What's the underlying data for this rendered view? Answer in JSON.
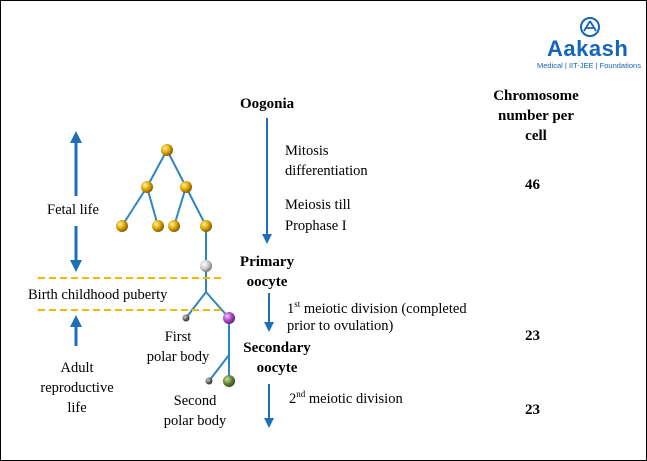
{
  "logo": {
    "brand": "Aakash",
    "tagline": "Medical | IIT-JEE | Foundations",
    "brand_color": "#1565b8"
  },
  "headings": {
    "oogonia": "Oogonia",
    "chromosome": [
      "Chromosome",
      "number per",
      "cell"
    ]
  },
  "stages": {
    "primary": [
      "Primary",
      "oocyte"
    ],
    "secondary": [
      "Secondary",
      "oocyte"
    ]
  },
  "processes": {
    "mitosis": [
      "Mitosis",
      "differentiation"
    ],
    "meiosis": [
      "Meiosis till",
      "Prophase  I"
    ],
    "first_division": {
      "num": "1",
      "sup": "st",
      "text_line1": " meiotic division (completed",
      "text_line2": "prior to ovulation)"
    },
    "second_division": {
      "num": "2",
      "sup": "nd",
      "text": "  meiotic division"
    }
  },
  "life_phases": {
    "fetal": "Fetal life",
    "birth": "Birth childhood puberty",
    "adult": [
      "Adult",
      "reproductive",
      "life"
    ]
  },
  "polar_bodies": {
    "first": [
      "First",
      "polar body"
    ],
    "second": [
      "Second",
      "polar body"
    ]
  },
  "chromosome_numbers": {
    "oogonia": "46",
    "secondary": "23",
    "ovum": "23"
  },
  "colors": {
    "arrow": "#1f6fb4",
    "line": "#2e86c1",
    "dashed": "#f5b800",
    "gold": "#e0a800",
    "grey": "#c8c8c8",
    "purple": "#b04ec9",
    "olive": "#6b8a3a",
    "dark_grey": "#666666"
  }
}
